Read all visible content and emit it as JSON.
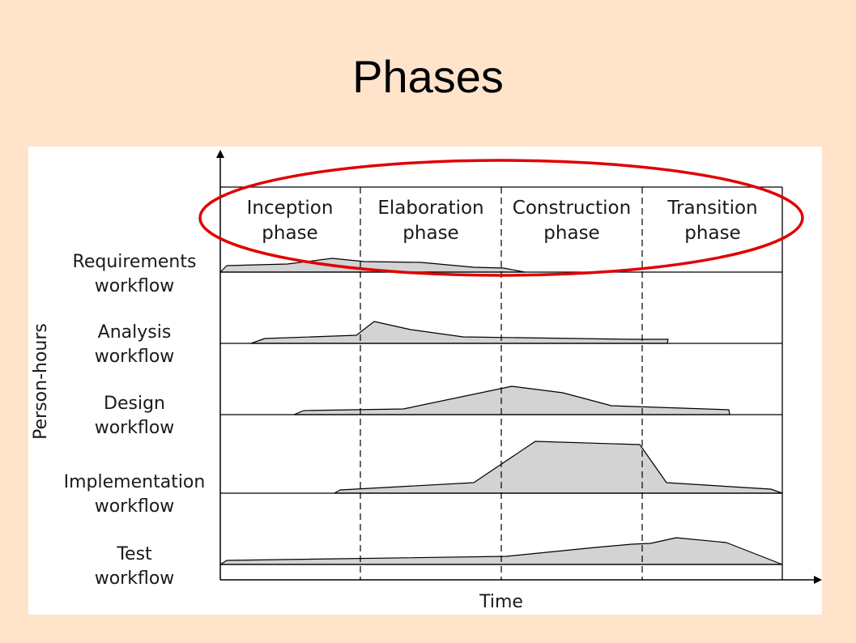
{
  "slide": {
    "title": "Phases"
  },
  "axes": {
    "y_label": "Person-hours",
    "x_label": "Time"
  },
  "phases": [
    {
      "line1": "Inception",
      "line2": "phase"
    },
    {
      "line1": "Elaboration",
      "line2": "phase"
    },
    {
      "line1": "Construction",
      "line2": "phase"
    },
    {
      "line1": "Transition",
      "line2": "phase"
    }
  ],
  "workflows": [
    {
      "line1": "Requirements",
      "line2": "workflow"
    },
    {
      "line1": "Analysis",
      "line2": "workflow"
    },
    {
      "line1": "Design",
      "line2": "workflow"
    },
    {
      "line1": "Implementation",
      "line2": "workflow"
    },
    {
      "line1": "Test",
      "line2": "workflow"
    }
  ],
  "colors": {
    "highlight_ellipse": "#E00000",
    "area_fill": "#D3D3D3",
    "background": "#FFE4CB"
  }
}
